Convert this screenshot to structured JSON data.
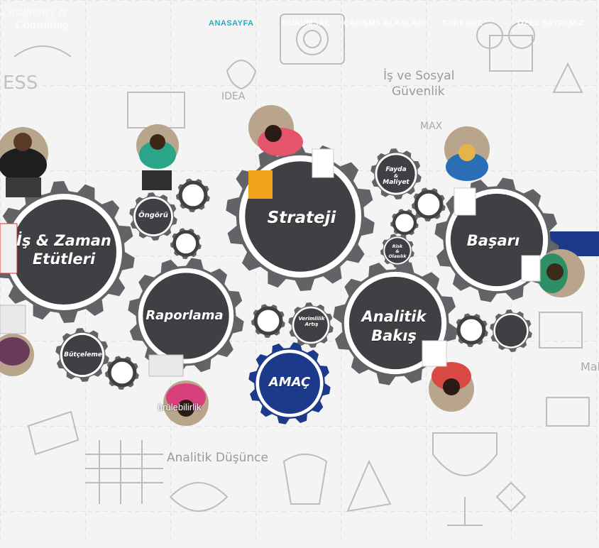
{
  "brand": {
    "line1": "...nsultancy &",
    "line2": "Consulting"
  },
  "nav": {
    "items": [
      {
        "label": "ANASAYFA",
        "active": true
      },
      {
        "label": "KURUMSAL",
        "active": false
      },
      {
        "label": "ÇALIŞMA ALANLARI",
        "active": false
      },
      {
        "label": "FARKIMIZ",
        "active": false
      },
      {
        "label": "ÖZEL SAYFAMIZ",
        "active": false
      }
    ],
    "active_color": "#1ab0c6"
  },
  "gears": {
    "is_zaman_line1": "İş & Zaman",
    "is_zaman_line2": "Etütleri",
    "strateji": "Strateji",
    "basari": "Başarı",
    "raporlama": "Raporlama",
    "analitik_line1": "Analitik",
    "analitik_line2": "Bakış",
    "amac": "AMAÇ",
    "ongoru": "Öngörü",
    "butceleme": "Bütçeleme",
    "fayda_line1": "Fayda",
    "fayda_line2": "&",
    "fayda_line3": "Maliyet",
    "risk_line1": "Risk",
    "risk_line2": "&",
    "risk_line3": "Olasılık",
    "verimlilik_line1": "Verimlilik",
    "verimlilik_line2": "Artış"
  },
  "overlay_text": "ürülebilirlik",
  "sketch": {
    "isg_line1": "İş ve Sosyal",
    "isg_line2": "Güvenlik",
    "analitik_dusunce": "Analitik Düşünce",
    "idea": "IDEA",
    "max": "MAX",
    "mali": "Mali",
    "ess": "ESS"
  },
  "colors": {
    "gear_dark": "#3f4043",
    "gear_rim": "#626366",
    "amac_blue": "#1d3a8a",
    "background": "#f4f4f4"
  }
}
